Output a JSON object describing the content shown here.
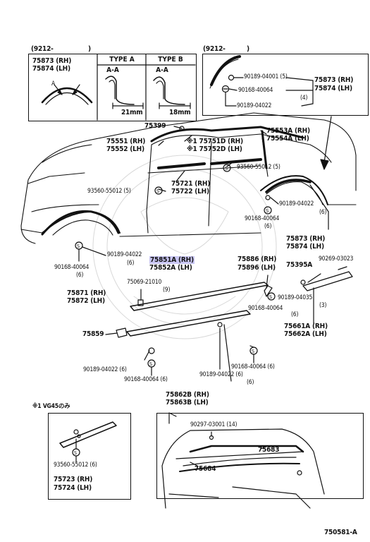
{
  "header": {
    "date_left": "(9212-",
    "close_left": ")",
    "date_right": "(9212-",
    "close_right": ")"
  },
  "inset_type": {
    "part_rh": "75873 (RH)",
    "part_lh": "75874 (LH)",
    "arrow_label": "A",
    "type_a_title": "TYPE A",
    "type_a_section": "A-A",
    "type_a_dim": "21mm",
    "type_b_title": "TYPE B",
    "type_b_section": "A-A",
    "type_b_dim": "18mm"
  },
  "inset_fender": {
    "p1": "90189-04001 (5)",
    "p2": "90168-40064",
    "p2q": "(4)",
    "p3": "90189-04022",
    "rh": "75873 (RH)",
    "lh": "75874 (LH)"
  },
  "main": {
    "p75399": "75399",
    "p75551": "75551 (RH)",
    "p75552": "75552 (LH)",
    "p75751": "※1 75751D (RH)",
    "p75752": "※1 75752D (LH)",
    "p75553": "75553A (RH)",
    "p75554": "75554A (LH)",
    "p93560a": "93560-55012 (5)",
    "p75721": "75721 (RH)",
    "p75722": "75722 (LH)",
    "p93560b": "93560-55012 (5)",
    "p90189r": "90189-04022",
    "p90189rq": "(6)",
    "p90168r": "90168-40064",
    "p90168rq": "(6)",
    "p75873": "75873 (RH)",
    "p75874": "75874 (LH)",
    "p90189l": "90189-04022",
    "p90189lq": "(6)",
    "p90168l": "90168-40064",
    "p90168lq": "(6)",
    "p75871": "75871 (RH)",
    "p75872": "75872 (LH)",
    "p75851": "75851A (RH)",
    "p75852": "75852A (LH)",
    "p75069": "75069-21010",
    "p75069q": "(9)",
    "p75886": "75886 (RH)",
    "p75896": "75896 (LH)",
    "p75395": "75395A",
    "p90269": "90269-03023",
    "p90189c": "90189-04035",
    "p90189cq": "(3)",
    "p90168c": "90168-40064",
    "p90168cq": "(6)",
    "p75661": "75661A (RH)",
    "p75662": "75662A (LH)",
    "p75859": "75859",
    "p90189d": "90189-04022 (6)",
    "p90168d": "90168-40064 (6)",
    "p90168e": "90168-40064 (6)",
    "p90189e": "90189-04022 (6)",
    "p90189eq": "(6)",
    "p75862": "75862B (RH)",
    "p75863": "75863B (LH)"
  },
  "inset_vg": {
    "note": "※1 VG45のみ",
    "p93560": "93560-55012 (6)",
    "rh": "75723 (RH)",
    "lh": "75724 (LH)"
  },
  "inset_rear": {
    "p90297": "90297-03001 (14)",
    "p75683": "75683",
    "p75684": "75684"
  },
  "footer": {
    "code": "750581-A"
  }
}
